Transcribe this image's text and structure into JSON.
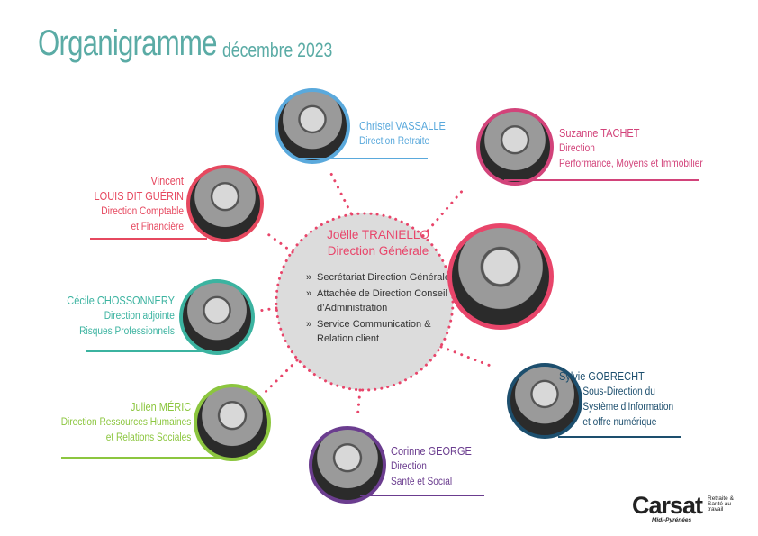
{
  "header": {
    "title": "Organigramme",
    "date": "décembre 2023"
  },
  "center": {
    "name": "Joëlle TRANIELLO",
    "role": "Direction Générale",
    "items": [
      "Secrétariat Direction Générale",
      "Attachée de Direction Conseil d’Administration",
      "Service Communication & Relation client"
    ],
    "color": "#e8456a"
  },
  "people": [
    {
      "name": "Christel VASSALLE",
      "lines": [
        "Direction Retraite"
      ],
      "color": "#5aa9dc"
    },
    {
      "name": "Suzanne TACHET",
      "lines": [
        "Direction",
        "Performance, Moyens et Immobilier"
      ],
      "color": "#d2437a"
    },
    {
      "name": "Vincent",
      "name2": "LOUIS DIT GUÉRIN",
      "lines": [
        "Direction Comptable",
        "et Financière"
      ],
      "color": "#e6485f"
    },
    {
      "name": "Cécile CHOSSONNERY",
      "lines": [
        "Direction adjointe",
        "Risques Professionnels"
      ],
      "color": "#3bb3a0"
    },
    {
      "name": "Julien MÉRIC",
      "lines": [
        "Direction Ressources Humaines",
        "et Relations Sociales"
      ],
      "color": "#8cc63f"
    },
    {
      "name": "Corinne GEORGE",
      "lines": [
        "Direction",
        "Santé et Social"
      ],
      "color": "#6b3d8f"
    },
    {
      "name": "Sylvie GOBRECHT",
      "lines": [
        "Sous-Direction du",
        "Système d’Information",
        "et offre numérique"
      ],
      "color": "#1d4f6e"
    }
  ],
  "logo": {
    "brand": "Carsat",
    "tagline": "Retraite & Santé au travail",
    "region": "Midi-Pyrénées"
  }
}
